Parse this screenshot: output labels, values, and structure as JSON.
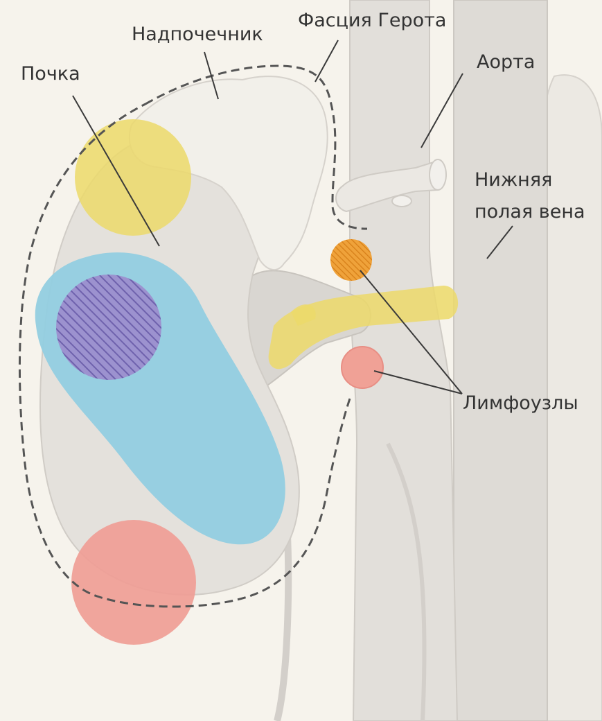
{
  "labels": {
    "kidney": "Почка",
    "adrenal": "Надпочечник",
    "gerota": "Фасция Герота",
    "aorta": "Аорта",
    "ivc_line1": "Нижняя",
    "ivc_line2": "полая вена",
    "lymph": "Лимфоузлы"
  },
  "colors": {
    "background": "#f6f3ec",
    "organ_fill": "#e4e1dc",
    "organ_light": "#f2f0ea",
    "vessel_fill": "#dedbd6",
    "tumor_blue": "#92cde0",
    "tumor_hatched": "#8c82c4",
    "tumor_yellow": "#ecd96a",
    "tumor_red": "#f09c94",
    "node_orange": "#ee9a2e",
    "node_red": "#f0a196",
    "fascia_line": "#555555",
    "label_text": "#333333"
  }
}
